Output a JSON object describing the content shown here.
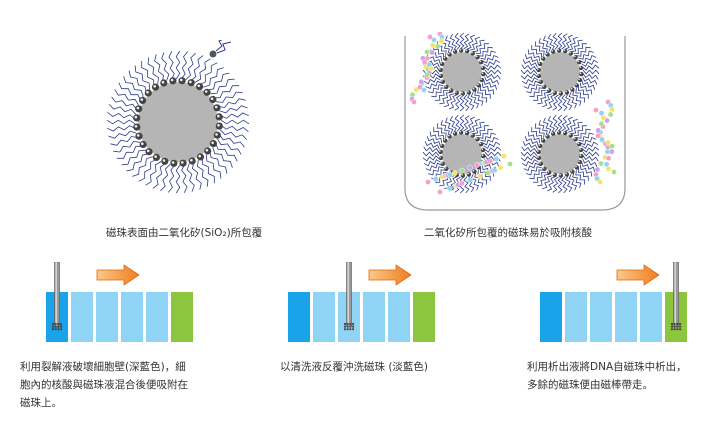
{
  "colors": {
    "deep_blue": "#1aa3e8",
    "light_blue": "#8fd3f5",
    "green": "#8cc63f",
    "arrow_orange": "#f07c1e",
    "bead_gray": "#b5b5b5",
    "ligand_blue": "#2b3a8c"
  },
  "figures": {
    "bead_caption": "磁珠表面由二氧化矽(SiO₂)所包覆",
    "binding_caption": "二氧化矽所包覆的磁珠易於吸附核酸"
  },
  "steps": [
    {
      "lines": [
        "利用裂解液破壞細胞壁(深藍色)，細",
        "胞內的核酸與磁珠液混合後便吸附在",
        "磁珠上。"
      ],
      "cells": [
        "deep",
        "light",
        "light",
        "light",
        "light",
        "green"
      ],
      "rod_cell": 0
    },
    {
      "lines": [
        "以清洗液反覆沖洗磁珠 (淡藍色)"
      ],
      "cells": [
        "deep",
        "light",
        "light",
        "light",
        "light",
        "green"
      ],
      "rod_cell": 2
    },
    {
      "lines": [
        "利用析出液將DNA自磁珠中析出，",
        "多餘的磁珠便由磁棒帶走。"
      ],
      "cells": [
        "deep",
        "light",
        "light",
        "light",
        "light",
        "green"
      ],
      "rod_cell": 5
    }
  ]
}
